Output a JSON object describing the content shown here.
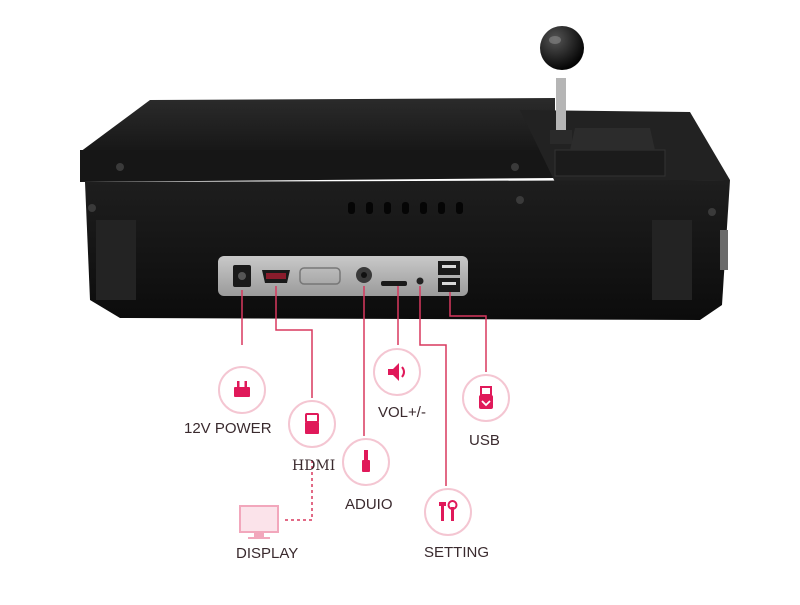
{
  "labels": {
    "power": "12V POWER",
    "hdmi": "HDMI",
    "audio": "ADUIO",
    "vol": "VOL+/-",
    "usb": "USB",
    "setting": "SETTING",
    "display": "DISPLAY"
  },
  "icons": {
    "power": "power-adapter-icon",
    "hdmi": "hdmi-connector-icon",
    "audio": "audio-jack-icon",
    "vol": "speaker-volume-icon",
    "usb": "usb-connector-icon",
    "setting": "tools-icon",
    "display": "monitor-icon"
  },
  "colors": {
    "accent": "#e0195a",
    "line": "#d8385f",
    "device": "#1a1a1a"
  }
}
